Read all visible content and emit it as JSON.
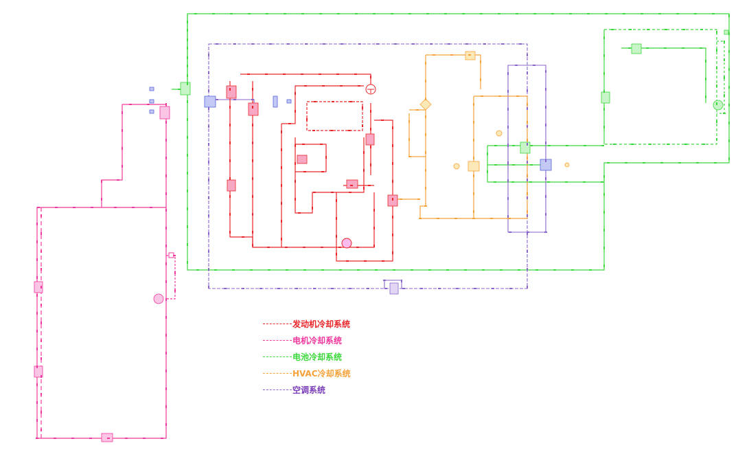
{
  "colors": {
    "engine": "#e8262a",
    "motor": "#f0389e",
    "battery": "#3cd83c",
    "hvac": "#f5a23a",
    "ac": "#8a66cc",
    "blue_component": "#5a66dd"
  },
  "legend": [
    {
      "label": "发动机冷却系统",
      "color": "#e8262a"
    },
    {
      "label": "电机冷却系统",
      "color": "#f0389e"
    },
    {
      "label": "电池冷却系统",
      "color": "#3cd83c"
    },
    {
      "label": "HVAC冷却系统",
      "color": "#f5a23a"
    },
    {
      "label": "空调系统",
      "color": "#7a3fb8"
    }
  ]
}
